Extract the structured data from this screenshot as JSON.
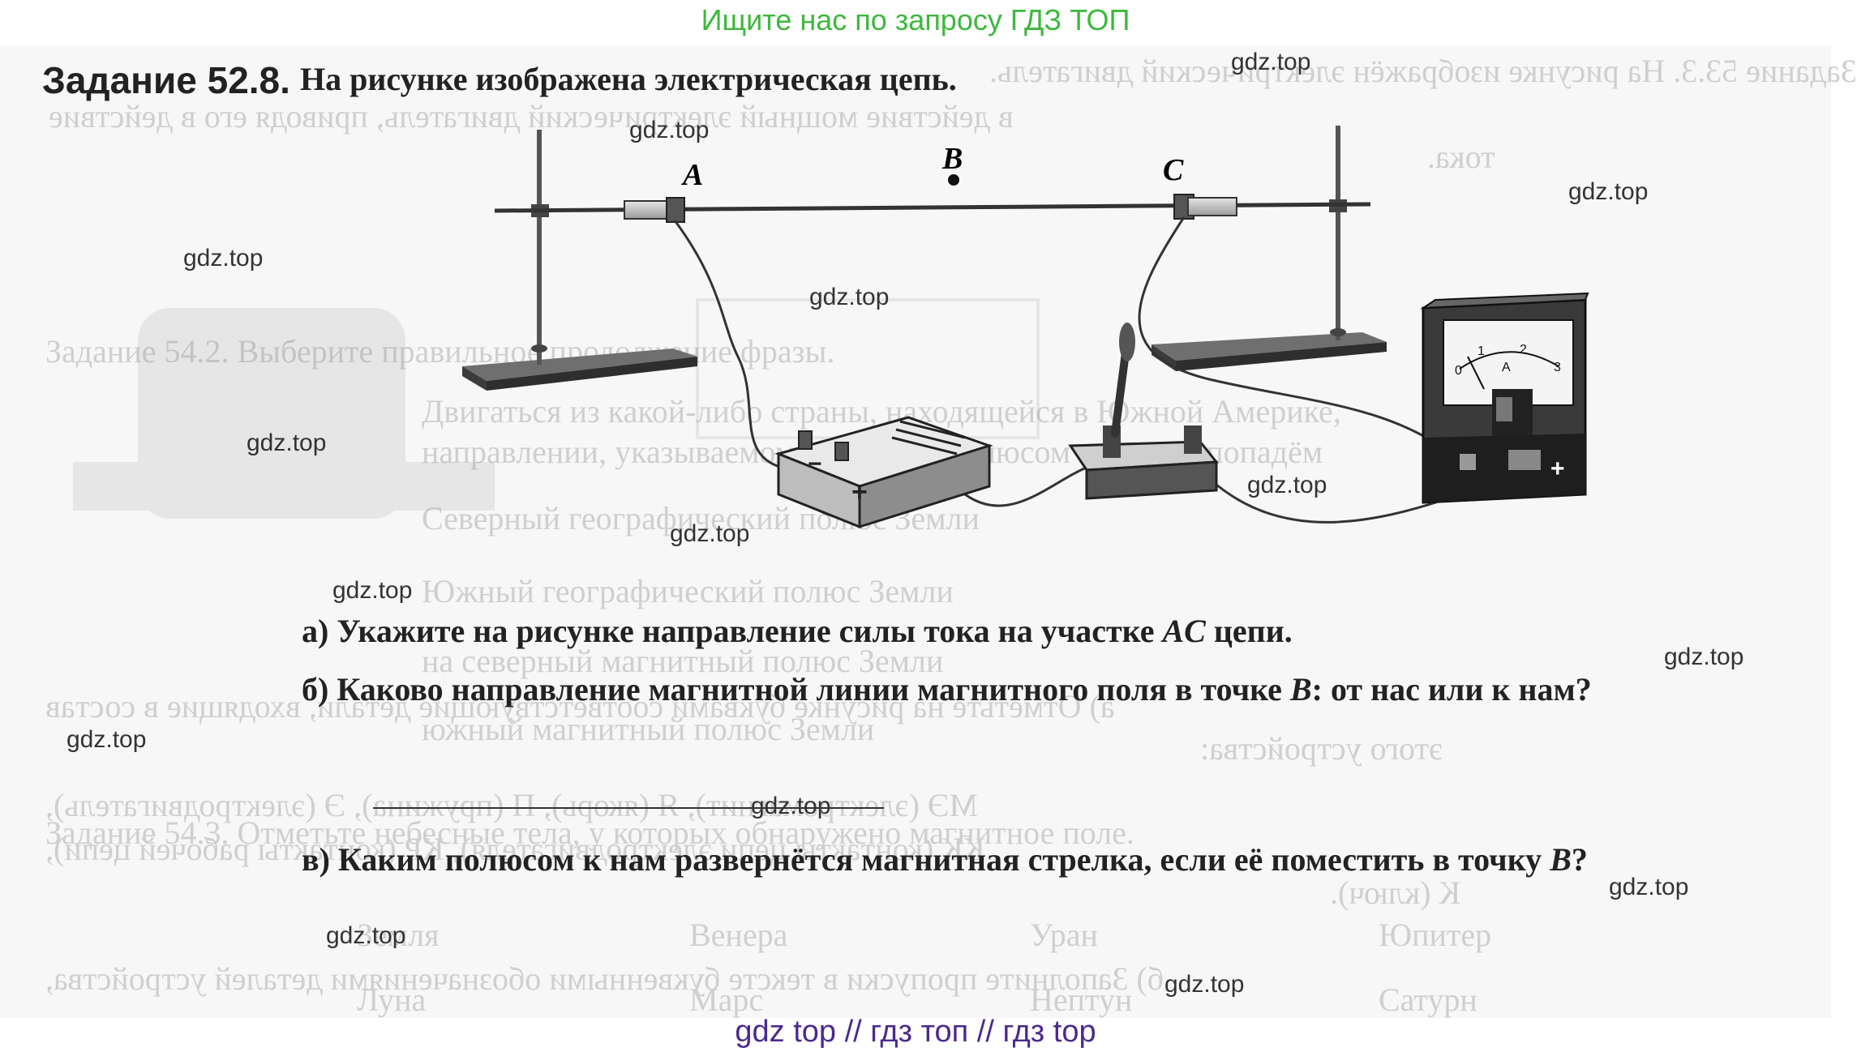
{
  "banner_top": "Ищите нас по запросу ГДЗ ТОП",
  "banner_bottom": "gdz top  //  гдз топ  //  гдз top",
  "task": {
    "number": "Задание 52.8.",
    "text": "На рисунке изображена электрическая цепь."
  },
  "figure": {
    "label_a": "A",
    "label_b": "B",
    "label_c": "C",
    "battery_minus": "−",
    "battery_plus": "+",
    "ammeter_plus": "+",
    "ammeter_scale": [
      "0",
      "1",
      "2",
      "3"
    ],
    "ammeter_unit": "A"
  },
  "questions": {
    "a": {
      "prefix": "а) Укажите на рисунке направление силы тока на участке ",
      "italic": "AC",
      "suffix": " цепи."
    },
    "b": {
      "prefix": "б) Каково направление магнитной линии магнитного поля в точке ",
      "italic": "B",
      "suffix": ": от нас или к нам?"
    },
    "c": {
      "prefix": "в) Каким полюсом к нам развернётся магнитная стрелка, если её поместить в точку ",
      "italic": "B",
      "suffix": "?"
    }
  },
  "watermarks": [
    "gdz.top",
    "gdz.top",
    "gdz.top",
    "gdz.top",
    "gdz.top",
    "gdz.top",
    "gdz.top",
    "gdz.top",
    "gdz.top",
    "gdz.top",
    "gdz.top",
    "gdz.top",
    "gdz.top",
    "gdz.top"
  ],
  "background_ghost_text": [
    "Задание 53.3. На рисунке изображён электрический двигатель.",
    "в действие мощный электрический двигатель, приводя его в действие",
    "тока.",
    "Задание 54.2. Выберите правильное продолжение фразы.",
    "Двигаться из какой-либо страны, находящейся в Южной Америке,",
    "направлении, указываемом северным полюсом компаса, попадём",
    "Северный географический полюс Земли",
    "Южный географический полюс Земли",
    "на северный магнитный полюс Земли",
    "южный магнитный полюс Земли",
    "а) Отметьте на рисунке буквами соответствующие детали, входящие в состав",
    "этого устройства:",
    "МЭ (электромагнит), Я (якорь), П (пружина), Э (электродвигатель),",
    "КК (контакты цепи электродвигателя), КР (контакты рабочей цепи),",
    "К (ключ).",
    "Задание 54.3. Отметьте небесные тела, у которых обнаружено магнитное поле.",
    "Земля",
    "Венера",
    "Уран",
    "Юпитер",
    "б) Заполните пропуски в тексте буквенными обозначениями деталей устройства,",
    "Луна",
    "Марс",
    "Нептун",
    "Сатурн"
  ]
}
